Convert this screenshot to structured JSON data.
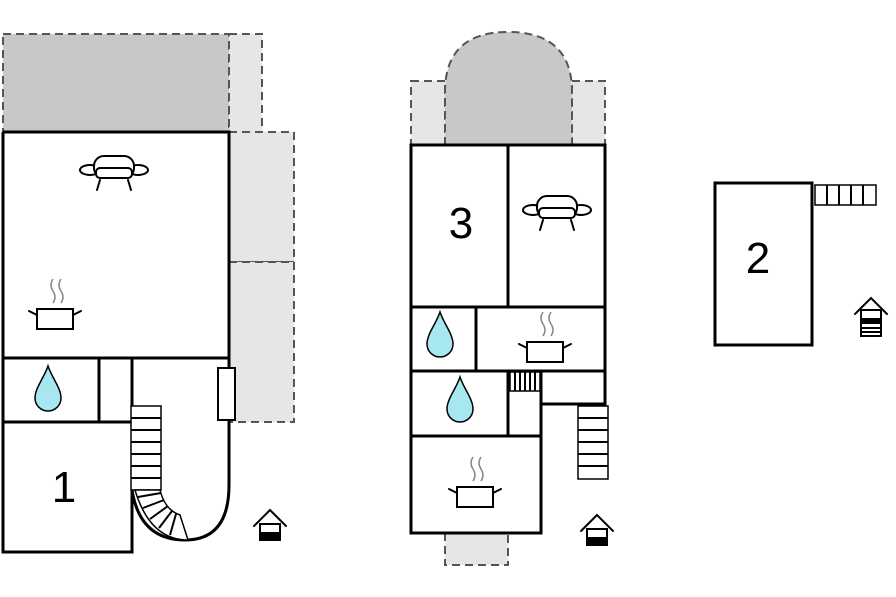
{
  "room_labels": {
    "unit_1": "1",
    "unit_2": "2",
    "unit_3": "3"
  },
  "icons": [
    "sofa-icon",
    "pot-icon",
    "water-drop-icon",
    "entrance-icon",
    "stairs"
  ]
}
